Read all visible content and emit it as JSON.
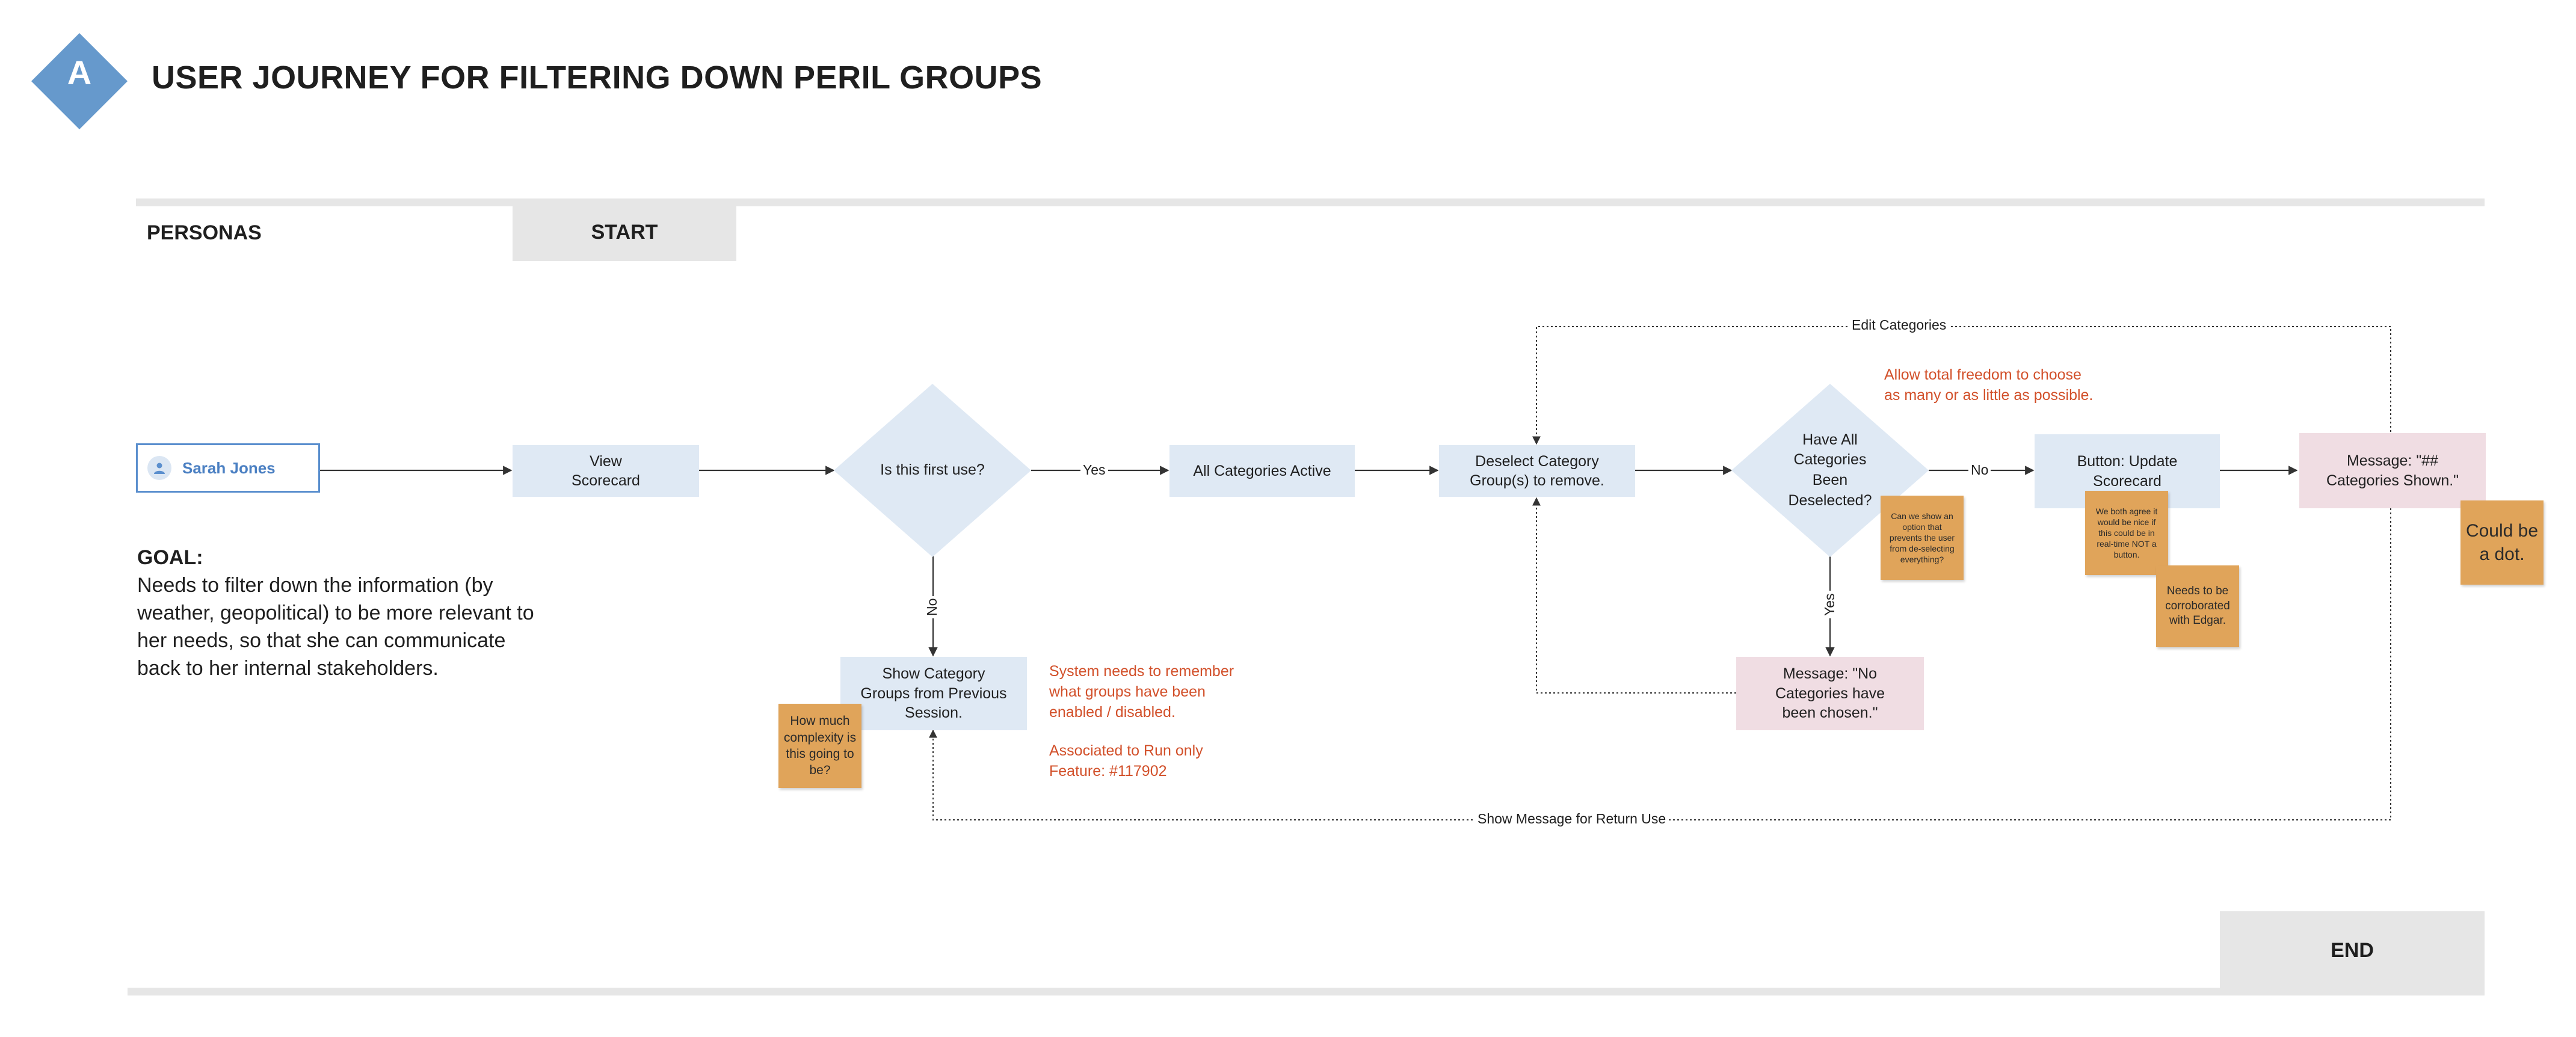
{
  "header": {
    "badge_letter": "A",
    "title": "USER JOURNEY FOR FILTERING DOWN PERIL GROUPS"
  },
  "lanes": {
    "personas_label": "PERSONAS",
    "start_label": "START",
    "end_label": "END"
  },
  "persona": {
    "name": "Sarah Jones",
    "icon": "user-icon"
  },
  "goal": {
    "label": "GOAL:",
    "text": "Needs to filter down the information (by weather, geopolitical) to be more relevant to her needs, so that she can communicate back to her internal stakeholders."
  },
  "nodes": {
    "view_scorecard": "View Scorecard",
    "first_use": "Is this first use?",
    "all_active": "All Categories Active",
    "show_previous": "Show Category Groups from Previous Session.",
    "deselect": "Deselect Category Group(s) to remove.",
    "all_deselected": "Have All Categories Been Deselected?",
    "update_button": "Button: Update Scorecard",
    "message_shown": "Message: \"## Categories Shown.\"",
    "message_none": "Message: \"No Categories have been chosen.\""
  },
  "edges": {
    "yes_1": "Yes",
    "no_1": "No",
    "no_2": "No",
    "yes_2": "Yes",
    "edit_categories": "Edit Categories",
    "return_message": "Show Message for Return Use"
  },
  "notes": {
    "remember": "System needs to remember what groups have been enabled / disabled.",
    "associated": "Associated to Run only Feature: #117902",
    "freedom": "Allow total freedom to choose as many or as little as possible."
  },
  "stickies": {
    "complexity": "How much complexity is this going to be?",
    "prevent": "Can we show an option that prevents the user from de-selecting everything?",
    "realtime": "We both agree it would be nice if this could be in real-time NOT a button.",
    "corroborate": "Needs to be corroborated with Edgar.",
    "dot": "Could be a dot."
  },
  "colors": {
    "badge": "#6699cc",
    "process": "#dfe9f4",
    "message": "#f0dde3",
    "sticky": "#e0a45a",
    "note": "#d2502a",
    "lane": "#e6e6e6",
    "persona_border": "#5b8fce"
  }
}
